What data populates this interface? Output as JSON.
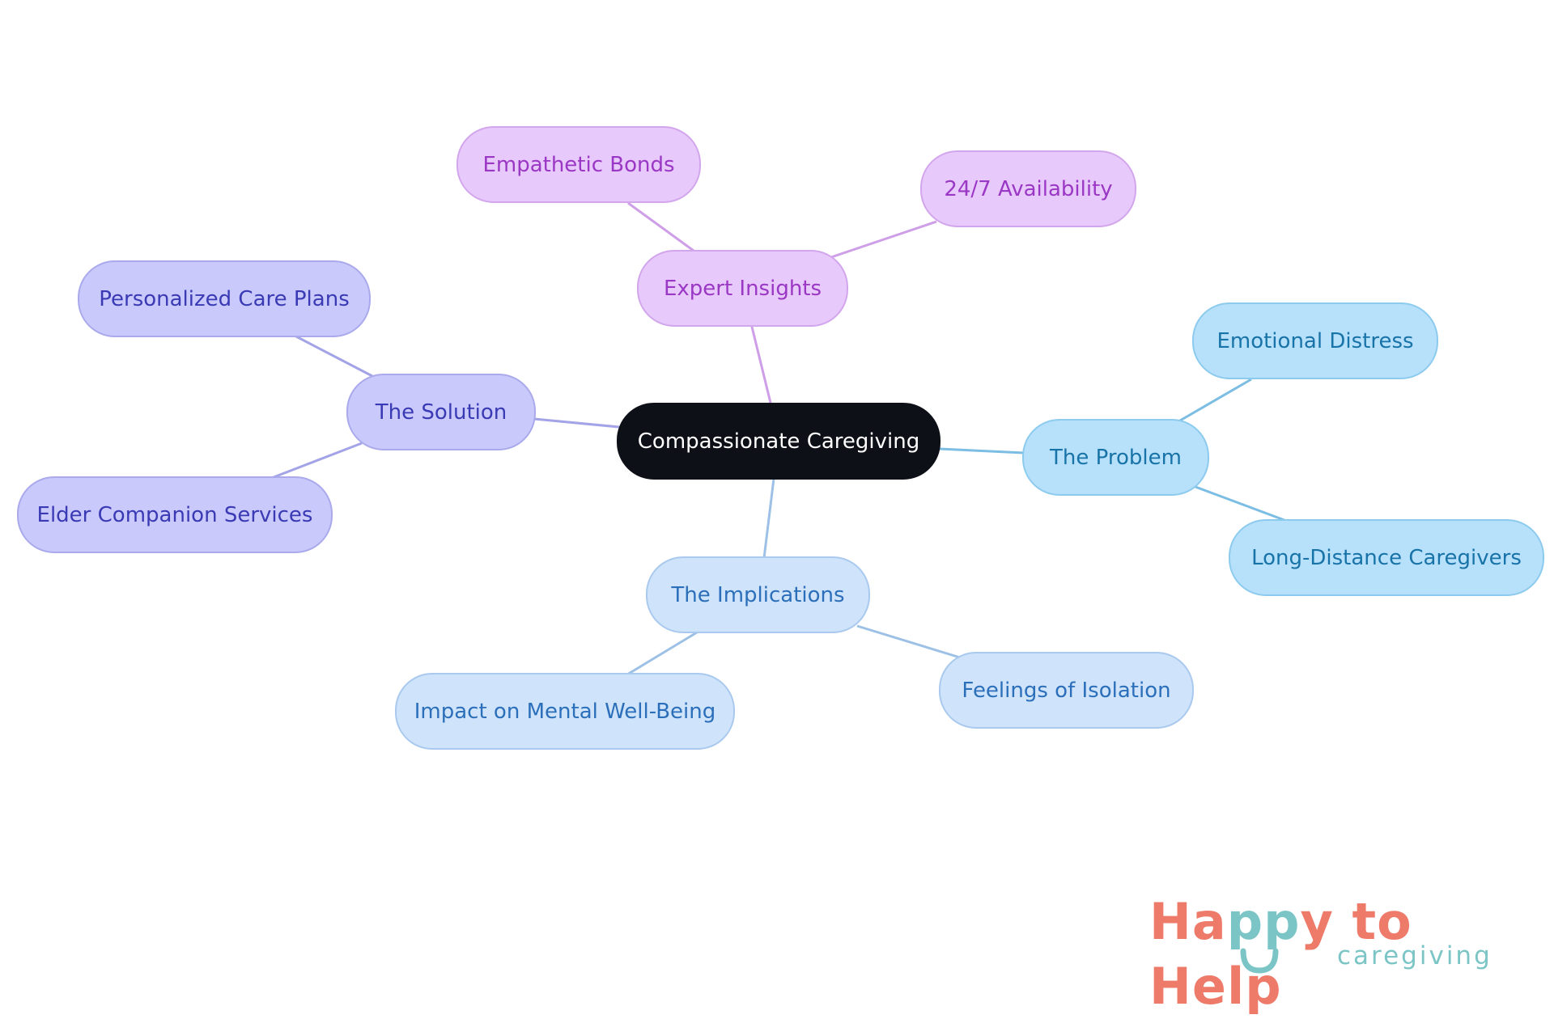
{
  "center": {
    "label": "Compassionate Caregiving"
  },
  "branches": {
    "solution": {
      "label": "The Solution",
      "children": [
        "Personalized Care Plans",
        "Elder Companion Services"
      ]
    },
    "insights": {
      "label": "Expert Insights",
      "children": [
        "Empathetic Bonds",
        "24/7 Availability"
      ]
    },
    "problem": {
      "label": "The Problem",
      "children": [
        "Emotional Distress",
        "Long-Distance Caregivers"
      ]
    },
    "implications": {
      "label": "The Implications",
      "children": [
        "Impact on Mental Well-Being",
        "Feelings of Isolation"
      ]
    }
  },
  "colors": {
    "center": "#0d1017",
    "solution": "#c9c9fb",
    "insights": "#e8c9fb",
    "problem": "#b7e0fb",
    "implications": "#cfe3fb",
    "logo_coral": "#ee7a6a",
    "logo_teal": "#7cc5c6"
  },
  "logo": {
    "word_1": "Ha",
    "word_2": "pp",
    "word_3": "y to Help",
    "tagline": "caregiving"
  }
}
